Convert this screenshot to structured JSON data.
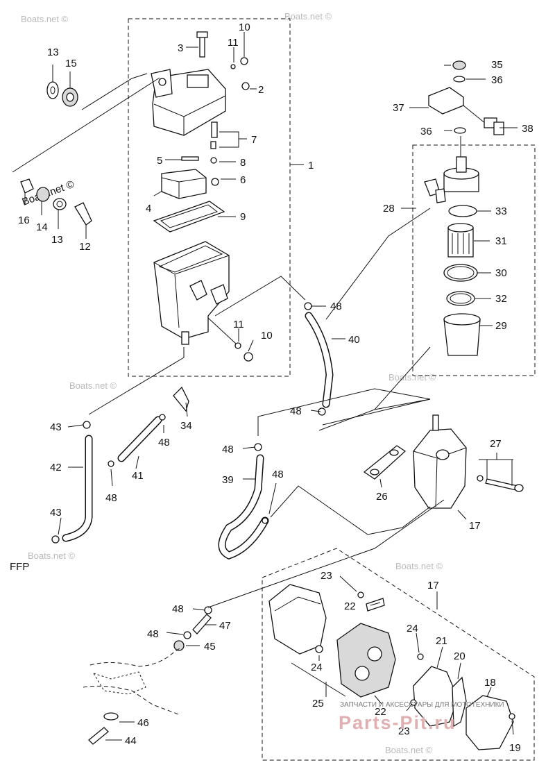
{
  "diagram": {
    "callouts": {
      "c1": "1",
      "c2": "2",
      "c3": "3",
      "c4": "4",
      "c5": "5",
      "c6": "6",
      "c7": "7",
      "c8": "8",
      "c9": "9",
      "c10a": "10",
      "c10b": "10",
      "c11a": "11",
      "c11b": "11",
      "c12": "12",
      "c13a": "13",
      "c13b": "13",
      "c14": "14",
      "c15": "15",
      "c16": "16",
      "c17a": "17",
      "c17b": "17",
      "c18": "18",
      "c19": "19",
      "c20": "20",
      "c21": "21",
      "c22a": "22",
      "c22b": "22",
      "c23a": "23",
      "c23b": "23",
      "c24a": "24",
      "c24b": "24",
      "c25": "25",
      "c26": "26",
      "c27": "27",
      "c28": "28",
      "c29": "29",
      "c30": "30",
      "c31": "31",
      "c32": "32",
      "c33": "33",
      "c34": "34",
      "c35": "35",
      "c36a": "36",
      "c36b": "36",
      "c37": "37",
      "c38": "38",
      "c39": "39",
      "c40": "40",
      "c41": "41",
      "c42": "42",
      "c43a": "43",
      "c43b": "43",
      "c44": "44",
      "c45": "45",
      "c46": "46",
      "c47": "47",
      "c48a": "48",
      "c48b": "48",
      "c48c": "48",
      "c48d": "48",
      "c48e": "48",
      "c48f": "48",
      "c48g": "48",
      "c48h": "48"
    },
    "ffp_label": "FFP"
  },
  "watermarks": {
    "text": "Boats.net ©",
    "inline": "Boats.net ©"
  },
  "brand": {
    "subtitle": "ЗАПЧАСТИ И АКСЕССУАРЫ ДЛЯ МОТОТЕХНИКИ",
    "name": "Parts-Pit.ru"
  }
}
